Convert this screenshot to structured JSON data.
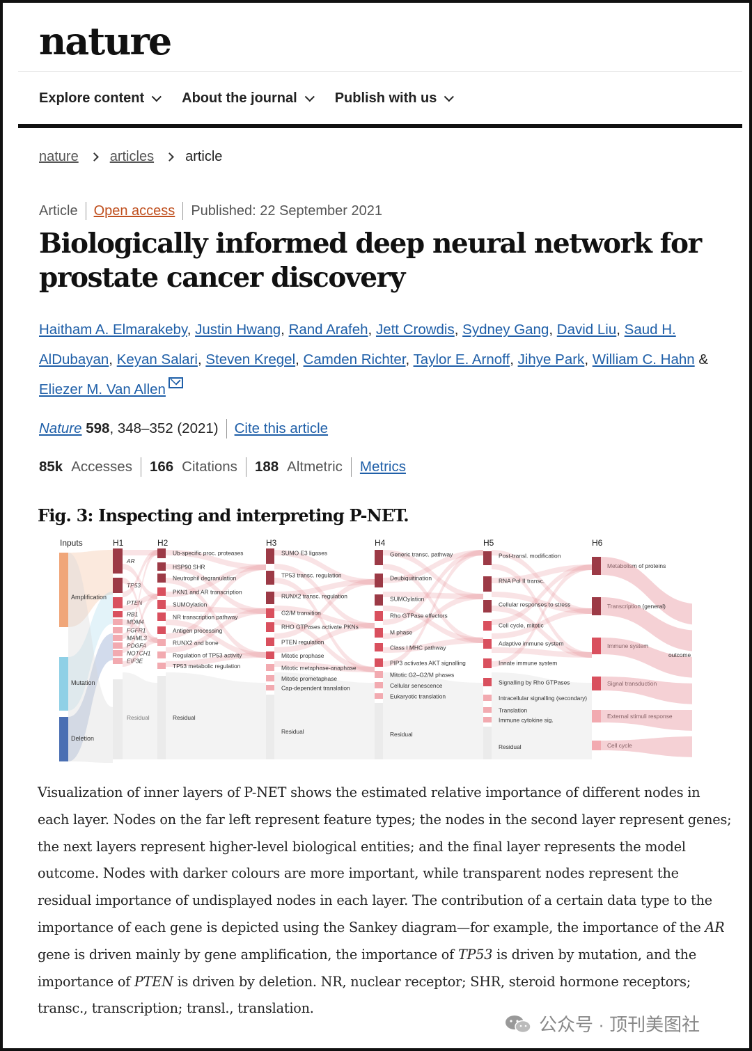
{
  "site": {
    "logo": "nature",
    "nav": [
      "Explore content",
      "About the journal",
      "Publish with us"
    ]
  },
  "breadcrumb": {
    "items": [
      "nature",
      "articles",
      "article"
    ]
  },
  "meta": {
    "type": "Article",
    "access": "Open access",
    "published": "Published: 22 September 2021"
  },
  "article": {
    "title_line1": "Biologically informed deep neural network for",
    "title_line2": "prostate cancer discovery",
    "authors": [
      "Haitham A. Elmarakeby",
      "Justin Hwang",
      "Rand Arafeh",
      "Jett Crowdis",
      "Sydney Gang",
      "David Liu",
      "Saud H. AlDubayan",
      "Keyan Salari",
      "Steven Kregel",
      "Camden Richter",
      "Taylor E. Arnoff",
      "Jihye Park",
      "William C. Hahn",
      "Eliezer M. Van Allen"
    ],
    "author_amp": "&"
  },
  "citation": {
    "journal": "Nature",
    "volume": "598",
    "pages": ", 348–352 (2021)",
    "cite_label": "Cite this article"
  },
  "metrics": {
    "accesses_value": "85k",
    "accesses_label": "Accesses",
    "citations_value": "166",
    "citations_label": "Citations",
    "altmetric_value": "188",
    "altmetric_label": "Altmetric",
    "metrics_link": "Metrics"
  },
  "figure": {
    "title": "Fig. 3: Inspecting and interpreting P-NET.",
    "layers": [
      "Inputs",
      "H1",
      "H2",
      "H3",
      "H4",
      "H5",
      "H6"
    ],
    "inputs": [
      "Amplification",
      "Mutation",
      "Deletion"
    ],
    "h1": [
      "AR",
      "TP53",
      "PTEN",
      "RB1",
      "MDM4",
      "FGFR1",
      "MAML3",
      "PDGFA",
      "NOTCH1",
      "EIF3E"
    ],
    "h2": [
      "Ub-specific proc. proteases",
      "HSP90 SHR",
      "Neutrophil degranulation",
      "PKN1 and AR transcription",
      "SUMOylation",
      "NR transcription pathway",
      "Antigen processing",
      "RUNX2 and bone",
      "Regulation of TP53 activity",
      "TP53 metabolic regulation"
    ],
    "h3": [
      "SUMO E3 ligases",
      "TP53 transc. regulation",
      "RUNX2 transc. regulation",
      "G2/M transition",
      "RHO GTPases activate PKNs",
      "PTEN regulation",
      "Mitotic prophase",
      "Mitotic metaphase-anaphase",
      "Mitotic prometaphase",
      "Cap-dependent translation"
    ],
    "h4": [
      "Generic transc. pathway",
      "Deubiquitination",
      "SUMOylation",
      "Rho GTPase effectors",
      "M phase",
      "Class I MHC pathway",
      "PIP3 activates AKT signalling",
      "Mitotic G2–G2/M phases",
      "Cellular senescence",
      "Eukaryotic translation"
    ],
    "h5": [
      "Post-transl. modification",
      "RNA Pol II transc.",
      "Cellular responses to stress",
      "Cell cycle, mitotic",
      "Adaptive immune system",
      "Innate immune system",
      "Signalling by Rho GTPases",
      "Intracellular signalling (secondary)",
      "Translation",
      "Immune cytokine sig."
    ],
    "h6": [
      "Metabolism of proteins",
      "Transcription (general)",
      "Immune system",
      "Signal transduction",
      "External stimuli response",
      "Cell cycle"
    ],
    "residual": "Residual",
    "outcome": "outcome",
    "colors": {
      "amplification": "#f0a679",
      "mutation": "#8fd0e6",
      "deletion": "#4a6fb3",
      "node_dark": "#9c3a46",
      "node_mid": "#d9505e",
      "node_light": "#f2aab0",
      "link": "#e99aa2"
    }
  },
  "caption": {
    "p1": "Visualization of inner layers of P-NET shows the estimated relative importance of different nodes in each layer. Nodes on the far left represent feature types; the nodes in the second layer represent genes; the next layers represent higher-level biological entities; and the final layer represents the model outcome. Nodes with darker colours are more important, while transparent nodes represent the residual importance of undisplayed nodes in each layer. The contribution of a certain data type to the importance of each gene is depicted using the Sankey diagram—for example, the importance of the ",
    "g1": "AR",
    "p2": " gene is driven mainly by gene amplification, the importance of ",
    "g2": "TP53",
    "p3": " is driven by mutation, and the importance of ",
    "g3": "PTEN",
    "p4": " is driven by deletion. NR, nuclear receptor; SHR, steroid hormone receptors; transc., transcription; transl., translation."
  },
  "watermark": {
    "text": "公众号 · 顶刊美图社"
  }
}
